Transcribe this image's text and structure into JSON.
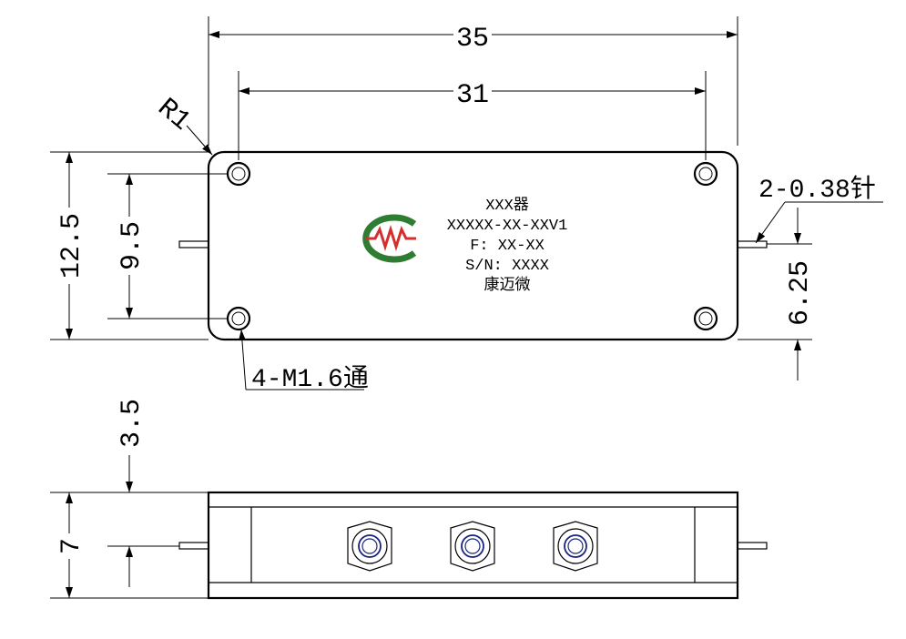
{
  "dimensions": {
    "overall_width": "35",
    "hole_spacing": "31",
    "corner_radius": "R1",
    "overall_height": "12.5",
    "hole_vertical": "9.5",
    "pin_offset": "6.25",
    "side_height": "7",
    "side_offset": "3.5"
  },
  "callouts": {
    "pin_spec": "2-0.38针",
    "mount_holes": "4-M1.6通"
  },
  "label": {
    "line1": "XXX器",
    "line2": "XXXXX-XX-XXV1",
    "line3": "F: XX-XX",
    "line4": "S/N: XXXX",
    "line5": "康迈微"
  },
  "colors": {
    "logo_green": "#2e7d32",
    "logo_red": "#d32f2f",
    "connector_blue": "#1a237e"
  }
}
